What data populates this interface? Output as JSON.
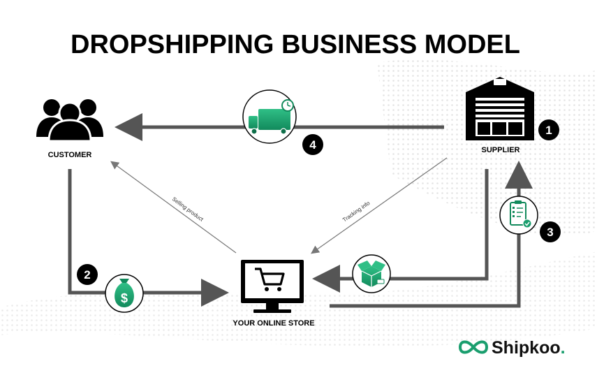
{
  "title": "DROPSHIPPING BUSINESS MODEL",
  "nodes": {
    "customer": "CUSTOMER",
    "supplier": "SUPPLIER",
    "store": "YOUR ONLINE STORE"
  },
  "edge_labels": {
    "selling": "Selling product",
    "tracking": "Tracking info"
  },
  "steps": [
    "1",
    "2",
    "3",
    "4"
  ],
  "brand": {
    "name": "Shipkoo",
    "dot": "."
  },
  "icons": [
    "customer-group-icon",
    "warehouse-icon",
    "computer-cart-icon",
    "delivery-truck-icon",
    "money-bag-icon",
    "checklist-icon",
    "package-icon",
    "infinity-logo-icon"
  ],
  "colors": {
    "accent_green": "#1a9e6e",
    "line": "#555555",
    "thin_line": "#777777",
    "badge": "#000000"
  }
}
